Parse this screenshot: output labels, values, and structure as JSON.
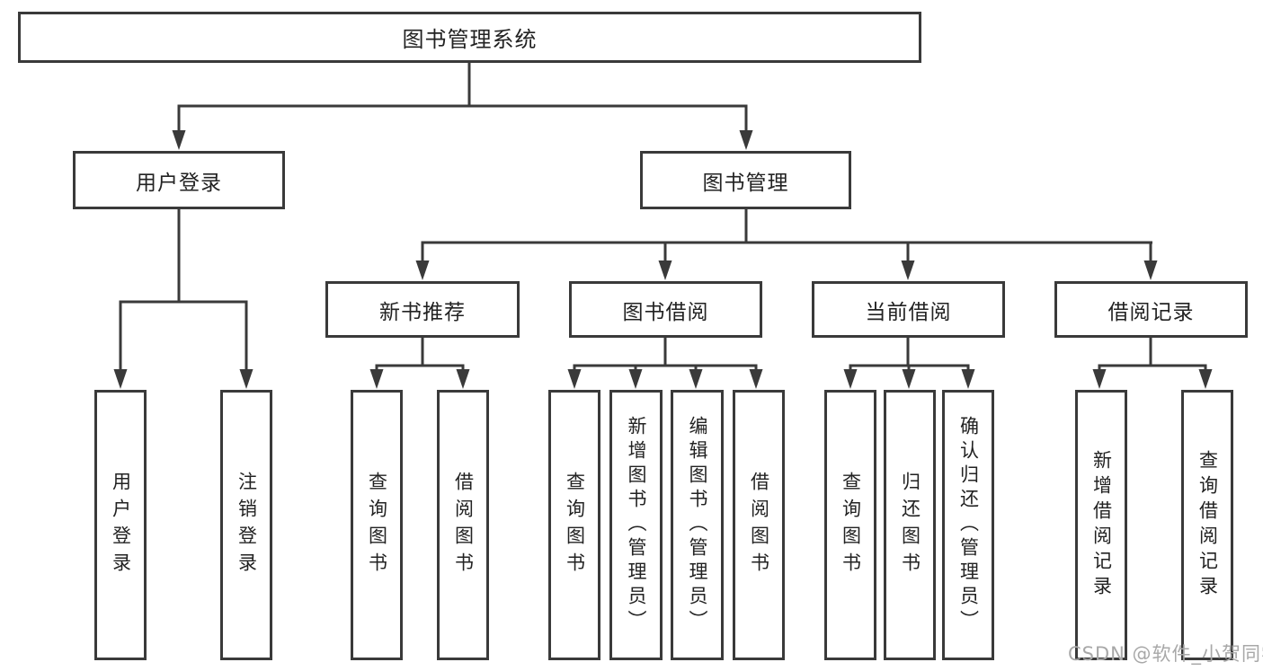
{
  "diagram": {
    "title": "图书管理系统",
    "root": {
      "label": "图书管理系统"
    },
    "level2": [
      {
        "id": "user-login",
        "label": "用户登录"
      },
      {
        "id": "book-management",
        "label": "图书管理"
      }
    ],
    "level3": [
      {
        "id": "new-book-recommend",
        "label": "新书推荐"
      },
      {
        "id": "book-borrowing",
        "label": "图书借阅"
      },
      {
        "id": "current-borrowing",
        "label": "当前借阅"
      },
      {
        "id": "borrowing-records",
        "label": "借阅记录"
      }
    ],
    "leaves": {
      "user_login": [
        "用户登录",
        "注销登录"
      ],
      "new_book": [
        "查询图书",
        "借阅图书"
      ],
      "book_borrow": [
        "查询图书",
        "新增图书（管理员）",
        "编辑图书（管理员）",
        "借阅图书"
      ],
      "current_borrow": [
        "查询图书",
        "归还图书",
        "确认归还（管理员）"
      ],
      "borrow_records": [
        "新增借阅记录",
        "查询借阅记录"
      ]
    }
  },
  "watermark": {
    "text": "CSDN @软件_小贺同学"
  },
  "colors": {
    "line": "#3a3a3a",
    "text": "#222222",
    "watermark": "#a8a8a8",
    "background": "#ffffff"
  }
}
